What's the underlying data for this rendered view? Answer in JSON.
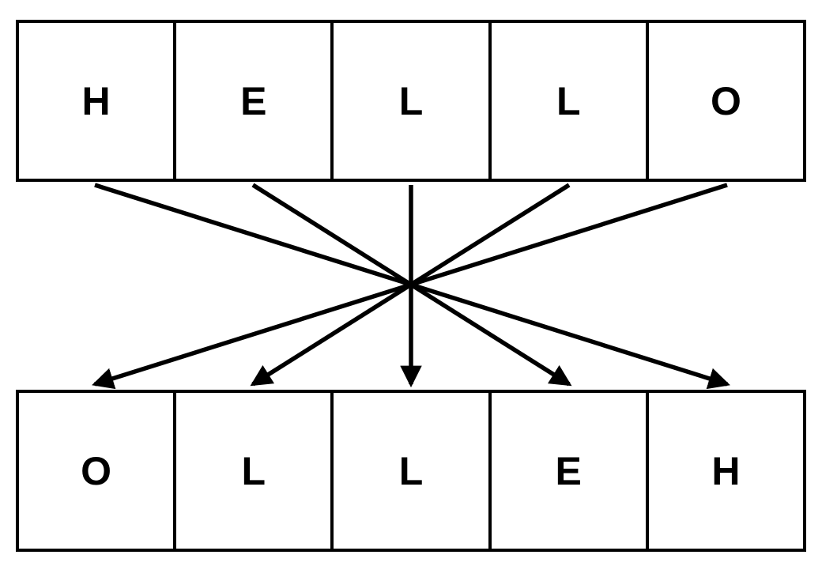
{
  "diagram": {
    "top_row": {
      "cells": [
        "H",
        "E",
        "L",
        "L",
        "O"
      ]
    },
    "bottom_row": {
      "cells": [
        "O",
        "L",
        "L",
        "E",
        "H"
      ]
    },
    "arrows": [
      {
        "from": 0,
        "to": 4
      },
      {
        "from": 1,
        "to": 3
      },
      {
        "from": 2,
        "to": 2
      },
      {
        "from": 3,
        "to": 1
      },
      {
        "from": 4,
        "to": 0
      }
    ],
    "colors": {
      "line": "#000000",
      "border": "#000000",
      "text": "#000000",
      "background": "#ffffff"
    }
  }
}
